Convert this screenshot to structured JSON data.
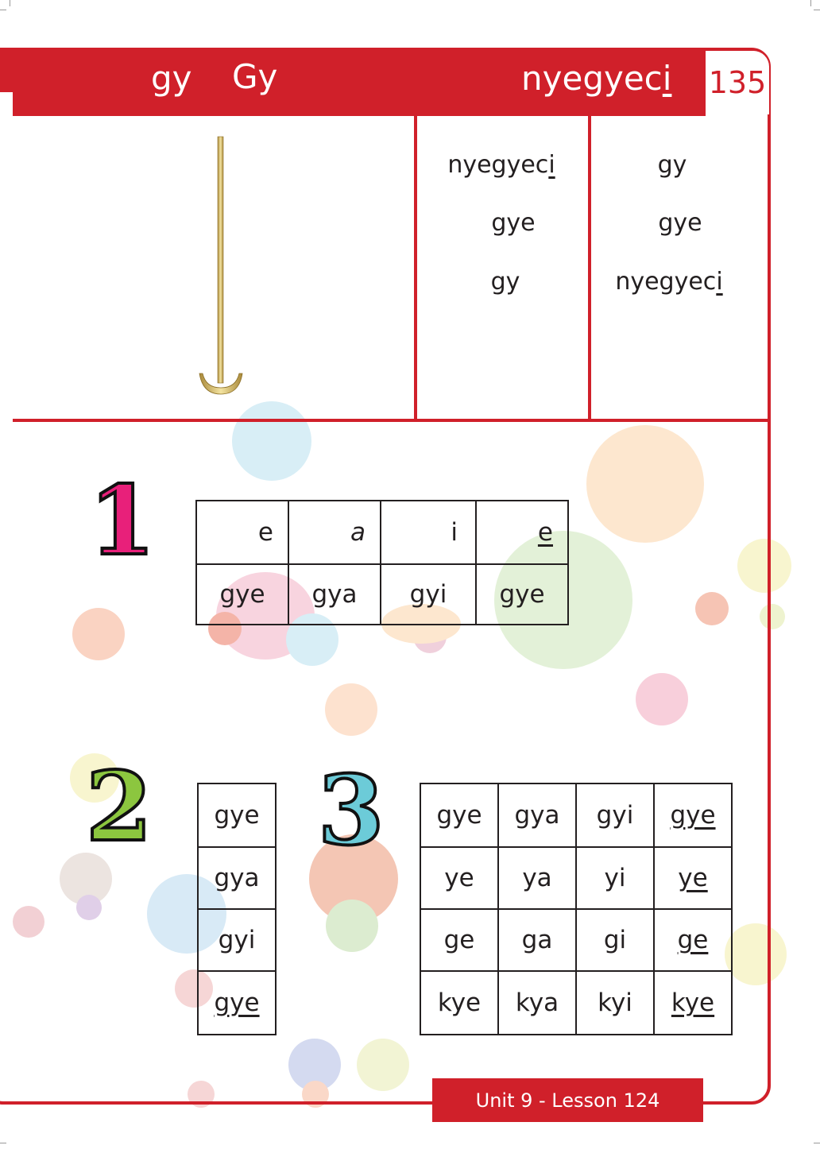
{
  "header": {
    "letter_lower": "gy",
    "letter_upper": "Gy",
    "keyword_base": "nyegyec",
    "keyword_last": "i",
    "page_number": "135"
  },
  "picture": {
    "icon": "hanging-string-icon"
  },
  "column_a": [
    {
      "base": "nyegyec",
      "last": "i"
    },
    {
      "base": "gye",
      "last": ""
    },
    {
      "base": "gy",
      "last": ""
    }
  ],
  "column_b": [
    {
      "base": "gy",
      "last": ""
    },
    {
      "base": "gye",
      "last": ""
    },
    {
      "base": "nyegyec",
      "last": "i"
    }
  ],
  "exercise1": {
    "number": "1",
    "top": [
      "e",
      "a",
      "i",
      "e"
    ],
    "bottom": [
      "gye",
      "gya",
      "gyi",
      "gye"
    ]
  },
  "exercise2": {
    "number": "2",
    "items": [
      "gye",
      "gya",
      "gyi",
      "gye"
    ]
  },
  "exercise3": {
    "number": "3",
    "rows": [
      [
        "gye",
        "gya",
        "gyi",
        "gye"
      ],
      [
        "ye",
        "ya",
        "yi",
        "ye"
      ],
      [
        "ge",
        "ga",
        "gi",
        "ge"
      ],
      [
        "kye",
        "kya",
        "kyi",
        "kye"
      ]
    ]
  },
  "footer": {
    "label": "Unit 9 - Lesson 124"
  },
  "colors": {
    "brand_red": "#d0202a",
    "num1": "#e8207a",
    "num2": "#8cc63f",
    "num3": "#6ccbd8"
  }
}
